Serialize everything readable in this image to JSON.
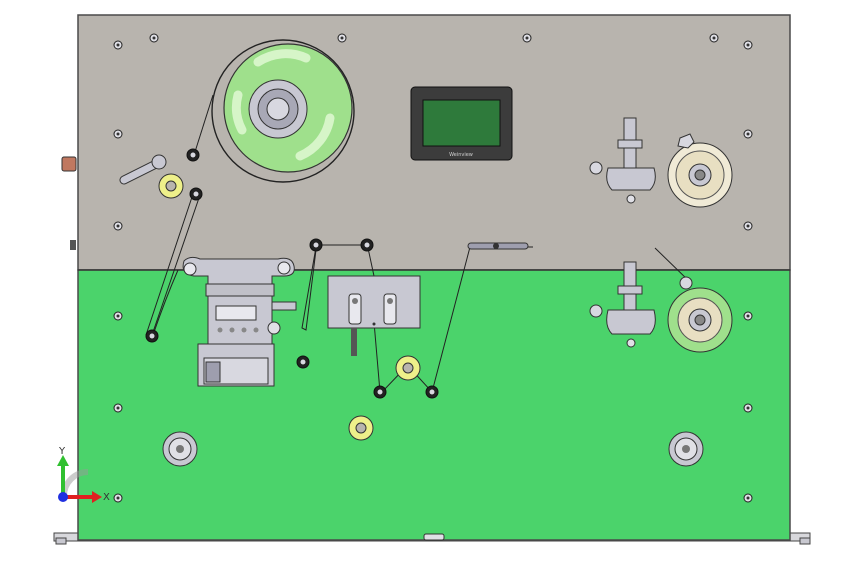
{
  "viewport": {
    "background": "#ffffff"
  },
  "colors": {
    "upper_panel": "#b8b4ae",
    "lower_panel": "#4bd36b",
    "frame": "#4a4a4a",
    "reel_green": "#9fe08c",
    "roller_yellow": "#eef08a",
    "screen_bezel": "#3c3c3c",
    "screen_display": "#2e7a3b",
    "metal": "#c8c8d2",
    "bracket": "#9e9eae"
  },
  "triad": {
    "x_label": "X",
    "y_label": "Y",
    "x_color": "#e02020",
    "y_color": "#30c030",
    "z_color": "#2030e0"
  },
  "screen_brand": "Weinview",
  "components": [
    "unwind-reel",
    "hmi-touchscreen",
    "label-sensor-unit",
    "print-head-block",
    "rewind-spindle-upper",
    "rewind-spindle-lower",
    "guide-rollers",
    "dancer-arm"
  ]
}
